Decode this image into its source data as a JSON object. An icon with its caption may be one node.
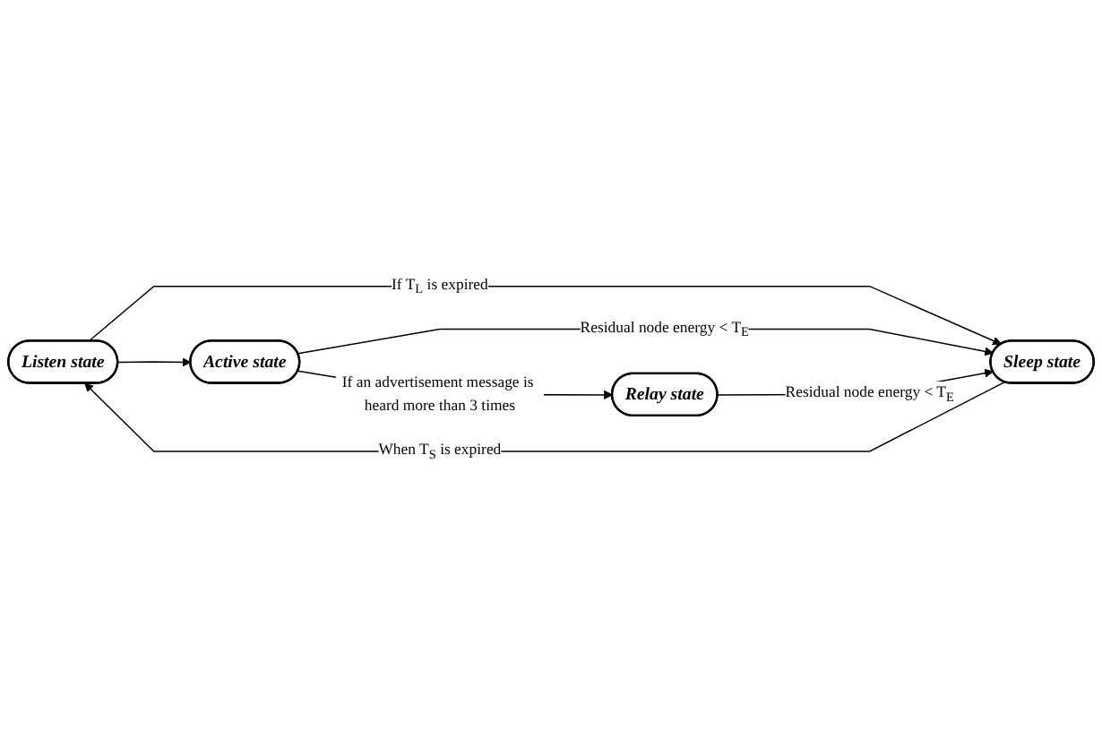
{
  "diagram": {
    "nodes": [
      {
        "text": [
          "Listen state"
        ]
      },
      {
        "text": [
          "Sleep state"
        ]
      },
      {
        "text": [
          "Active state"
        ]
      },
      {
        "text": [
          "Relay state"
        ]
      }
    ],
    "edges": [
      {
        "from": 0,
        "to": 1,
        "arrow": "to",
        "label": "If T$_{L}$ is expired"
      },
      {
        "from": 1,
        "to": 0,
        "arrow": "to",
        "label": "When T$_{S}$ is expired"
      },
      {
        "from": 0,
        "to": 2,
        "arrow": "to"
      },
      {
        "from": 2,
        "to": 1,
        "arrow": "to",
        "label": "Residual node energy < T$_{E}$"
      },
      {
        "from": 2,
        "to": 3,
        "arrow": "to",
        "label": "If an advertisement message is heard more than 3 times"
      },
      {
        "from": 3,
        "to": 1,
        "arrow": "to",
        "label": "Residual node energy < T$_{E}$"
      }
    ]
  }
}
